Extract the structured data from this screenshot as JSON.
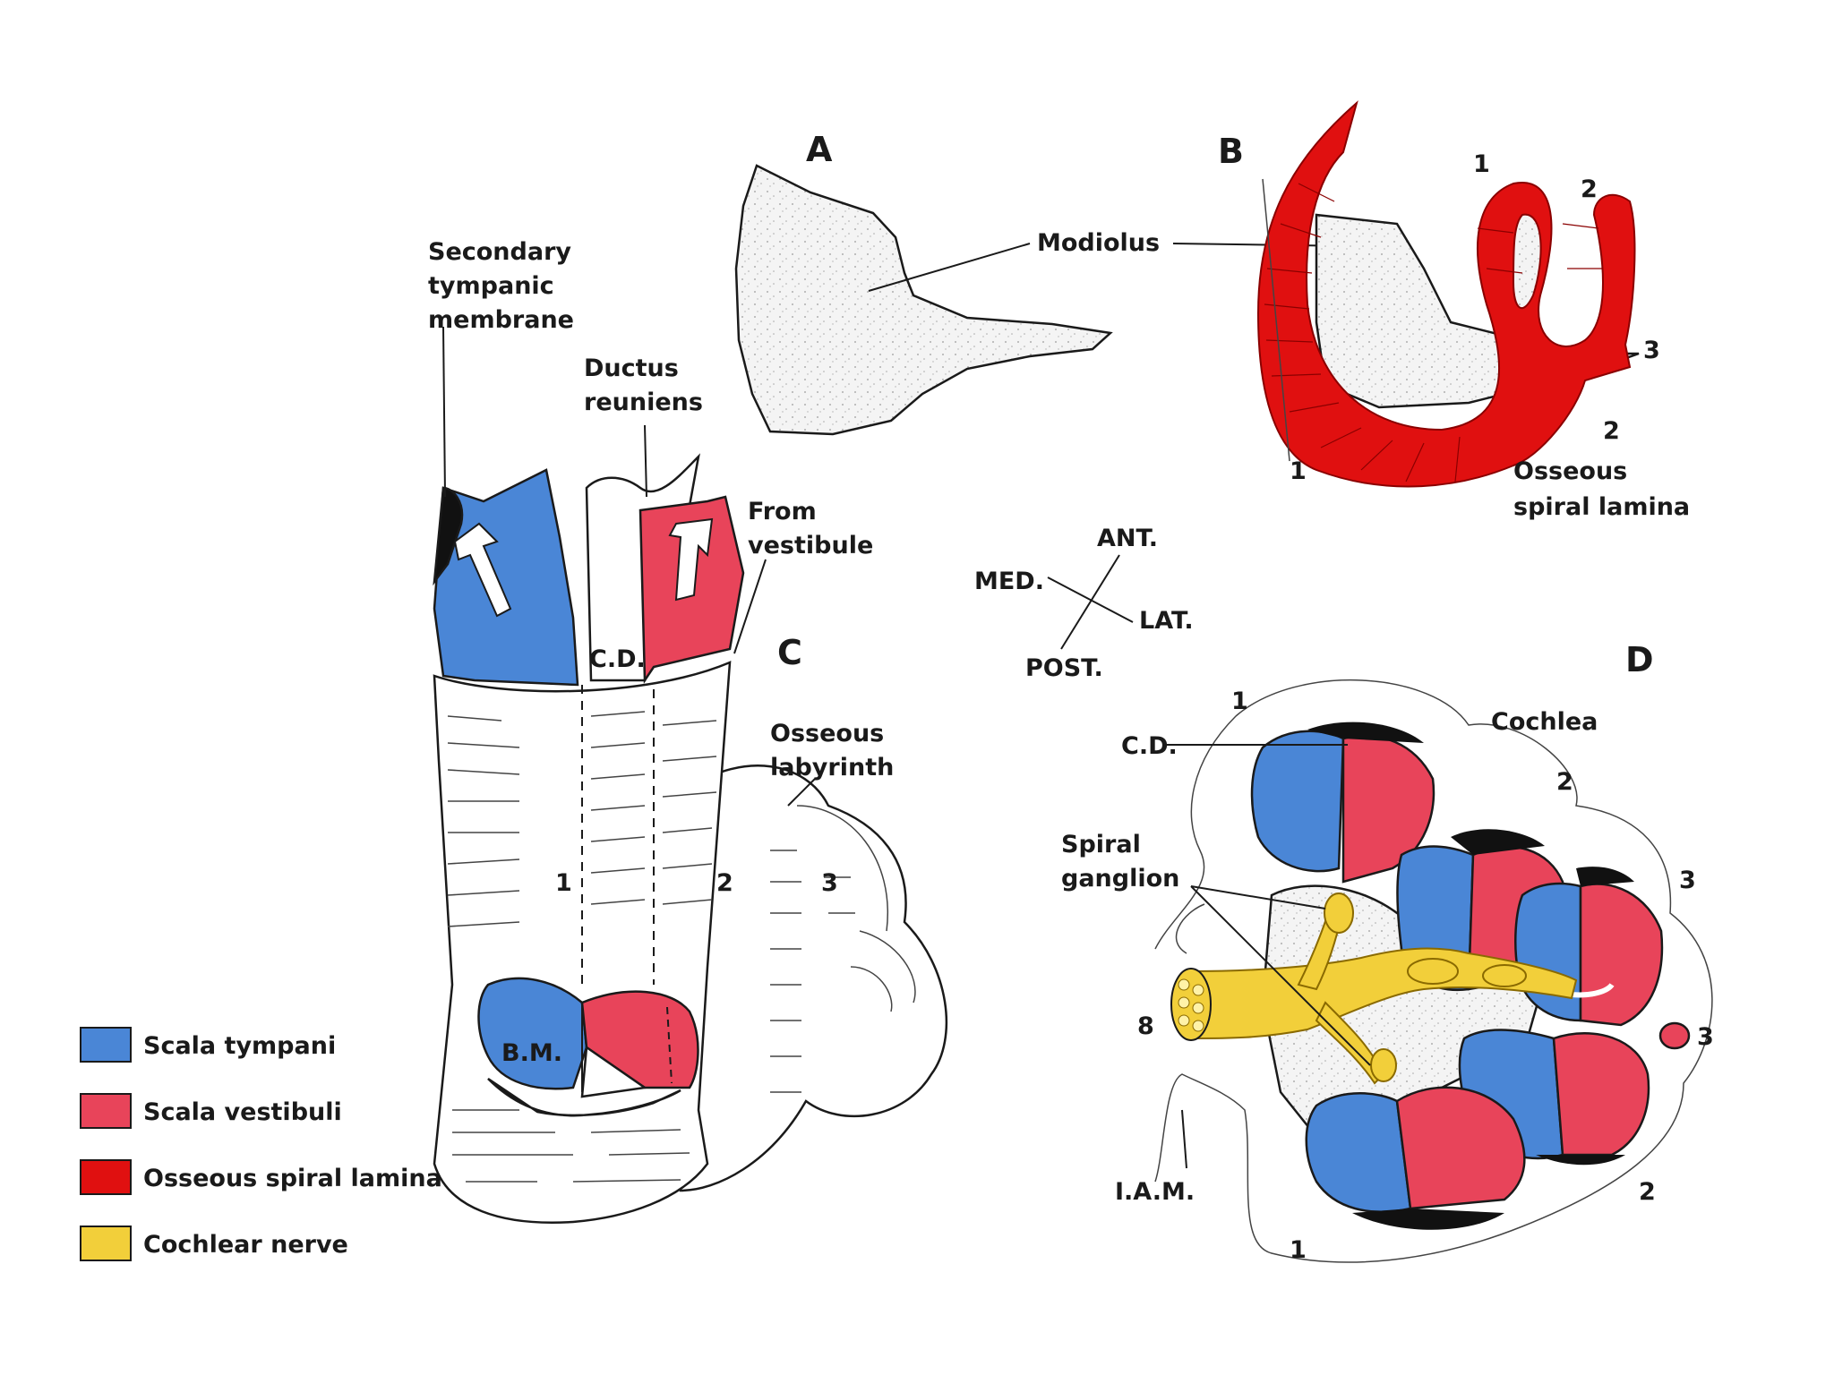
{
  "panels": {
    "a": "A",
    "b": "B",
    "c": "C",
    "d": "D"
  },
  "labels": {
    "modiolus": "Modiolus",
    "osseous_spiral_lamina": [
      "Osseous",
      "spiral lamina"
    ],
    "secondary_tympanic_membrane": [
      "Secondary",
      "tympanic",
      "membrane"
    ],
    "ductus_reuniens": [
      "Ductus",
      "reuniens"
    ],
    "from_vestibule": [
      "From",
      "vestibule"
    ],
    "cd": "C.D.",
    "bm": "B.M.",
    "osseous_labyrinth": [
      "Osseous",
      "labyrinth"
    ],
    "cochlea": "Cochlea",
    "spiral_ganglion": [
      "Spiral",
      "ganglion"
    ],
    "iam": "I.A.M.",
    "nerve_number": "8"
  },
  "orientation": {
    "ant": "ANT.",
    "med": "MED.",
    "lat": "LAT.",
    "post": "POST."
  },
  "turn_numbers": {
    "one": "1",
    "two": "2",
    "three": "3"
  },
  "legend": [
    {
      "label": "Scala tympani",
      "color": "#4a86d6"
    },
    {
      "label": "Scala vestibuli",
      "color": "#e8445a"
    },
    {
      "label": "Osseous spiral lamina",
      "color": "#e01010"
    },
    {
      "label": "Cochlear nerve",
      "color": "#f2cf3a"
    }
  ]
}
